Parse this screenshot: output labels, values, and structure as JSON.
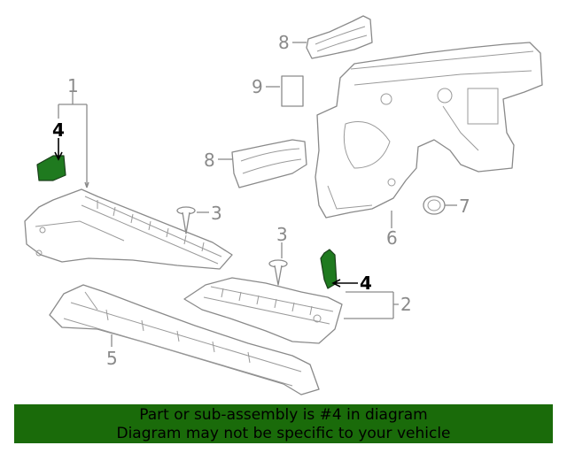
{
  "callouts": {
    "c1": "1",
    "c2": "2",
    "c3a": "3",
    "c3b": "3",
    "c4a": "4",
    "c4b": "4",
    "c5": "5",
    "c6": "6",
    "c7": "7",
    "c8a": "8",
    "c8b": "8",
    "c9": "9"
  },
  "banner": {
    "line1": "Part or sub-assembly is #4 in diagram",
    "line2": "Diagram may not be specific to your vehicle"
  },
  "colors": {
    "highlight": "#1f7a1f",
    "banner": "#1a6b0a"
  }
}
